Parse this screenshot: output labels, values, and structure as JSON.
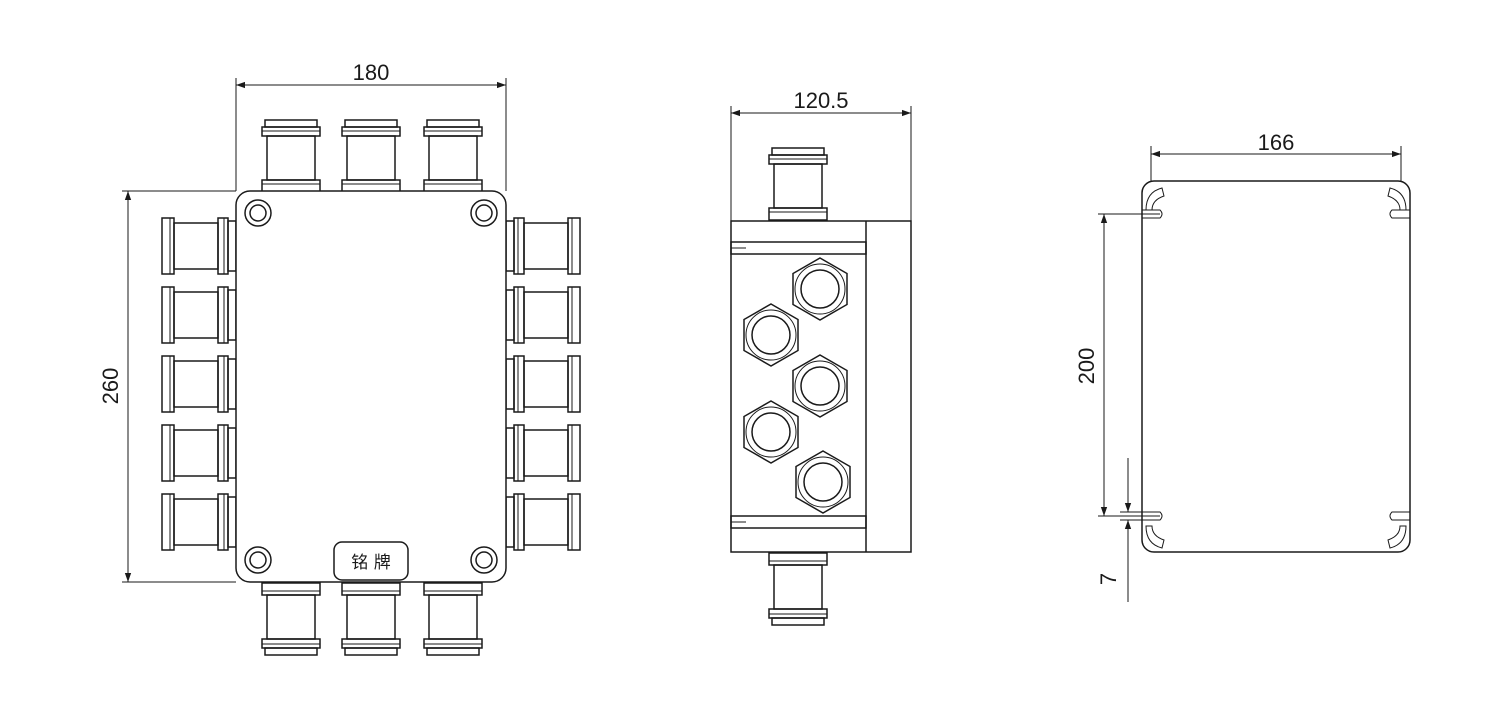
{
  "views": {
    "front": {
      "dim_width": "180",
      "dim_height": "260",
      "nameplate": "铭 牌"
    },
    "side": {
      "dim_depth": "120.5"
    },
    "mounting": {
      "dim_hole_spacing_x": "166",
      "dim_hole_spacing_y": "200",
      "dim_slot": "7"
    }
  },
  "colors": {
    "line": "#1a1a1a",
    "background": "#ffffff"
  }
}
